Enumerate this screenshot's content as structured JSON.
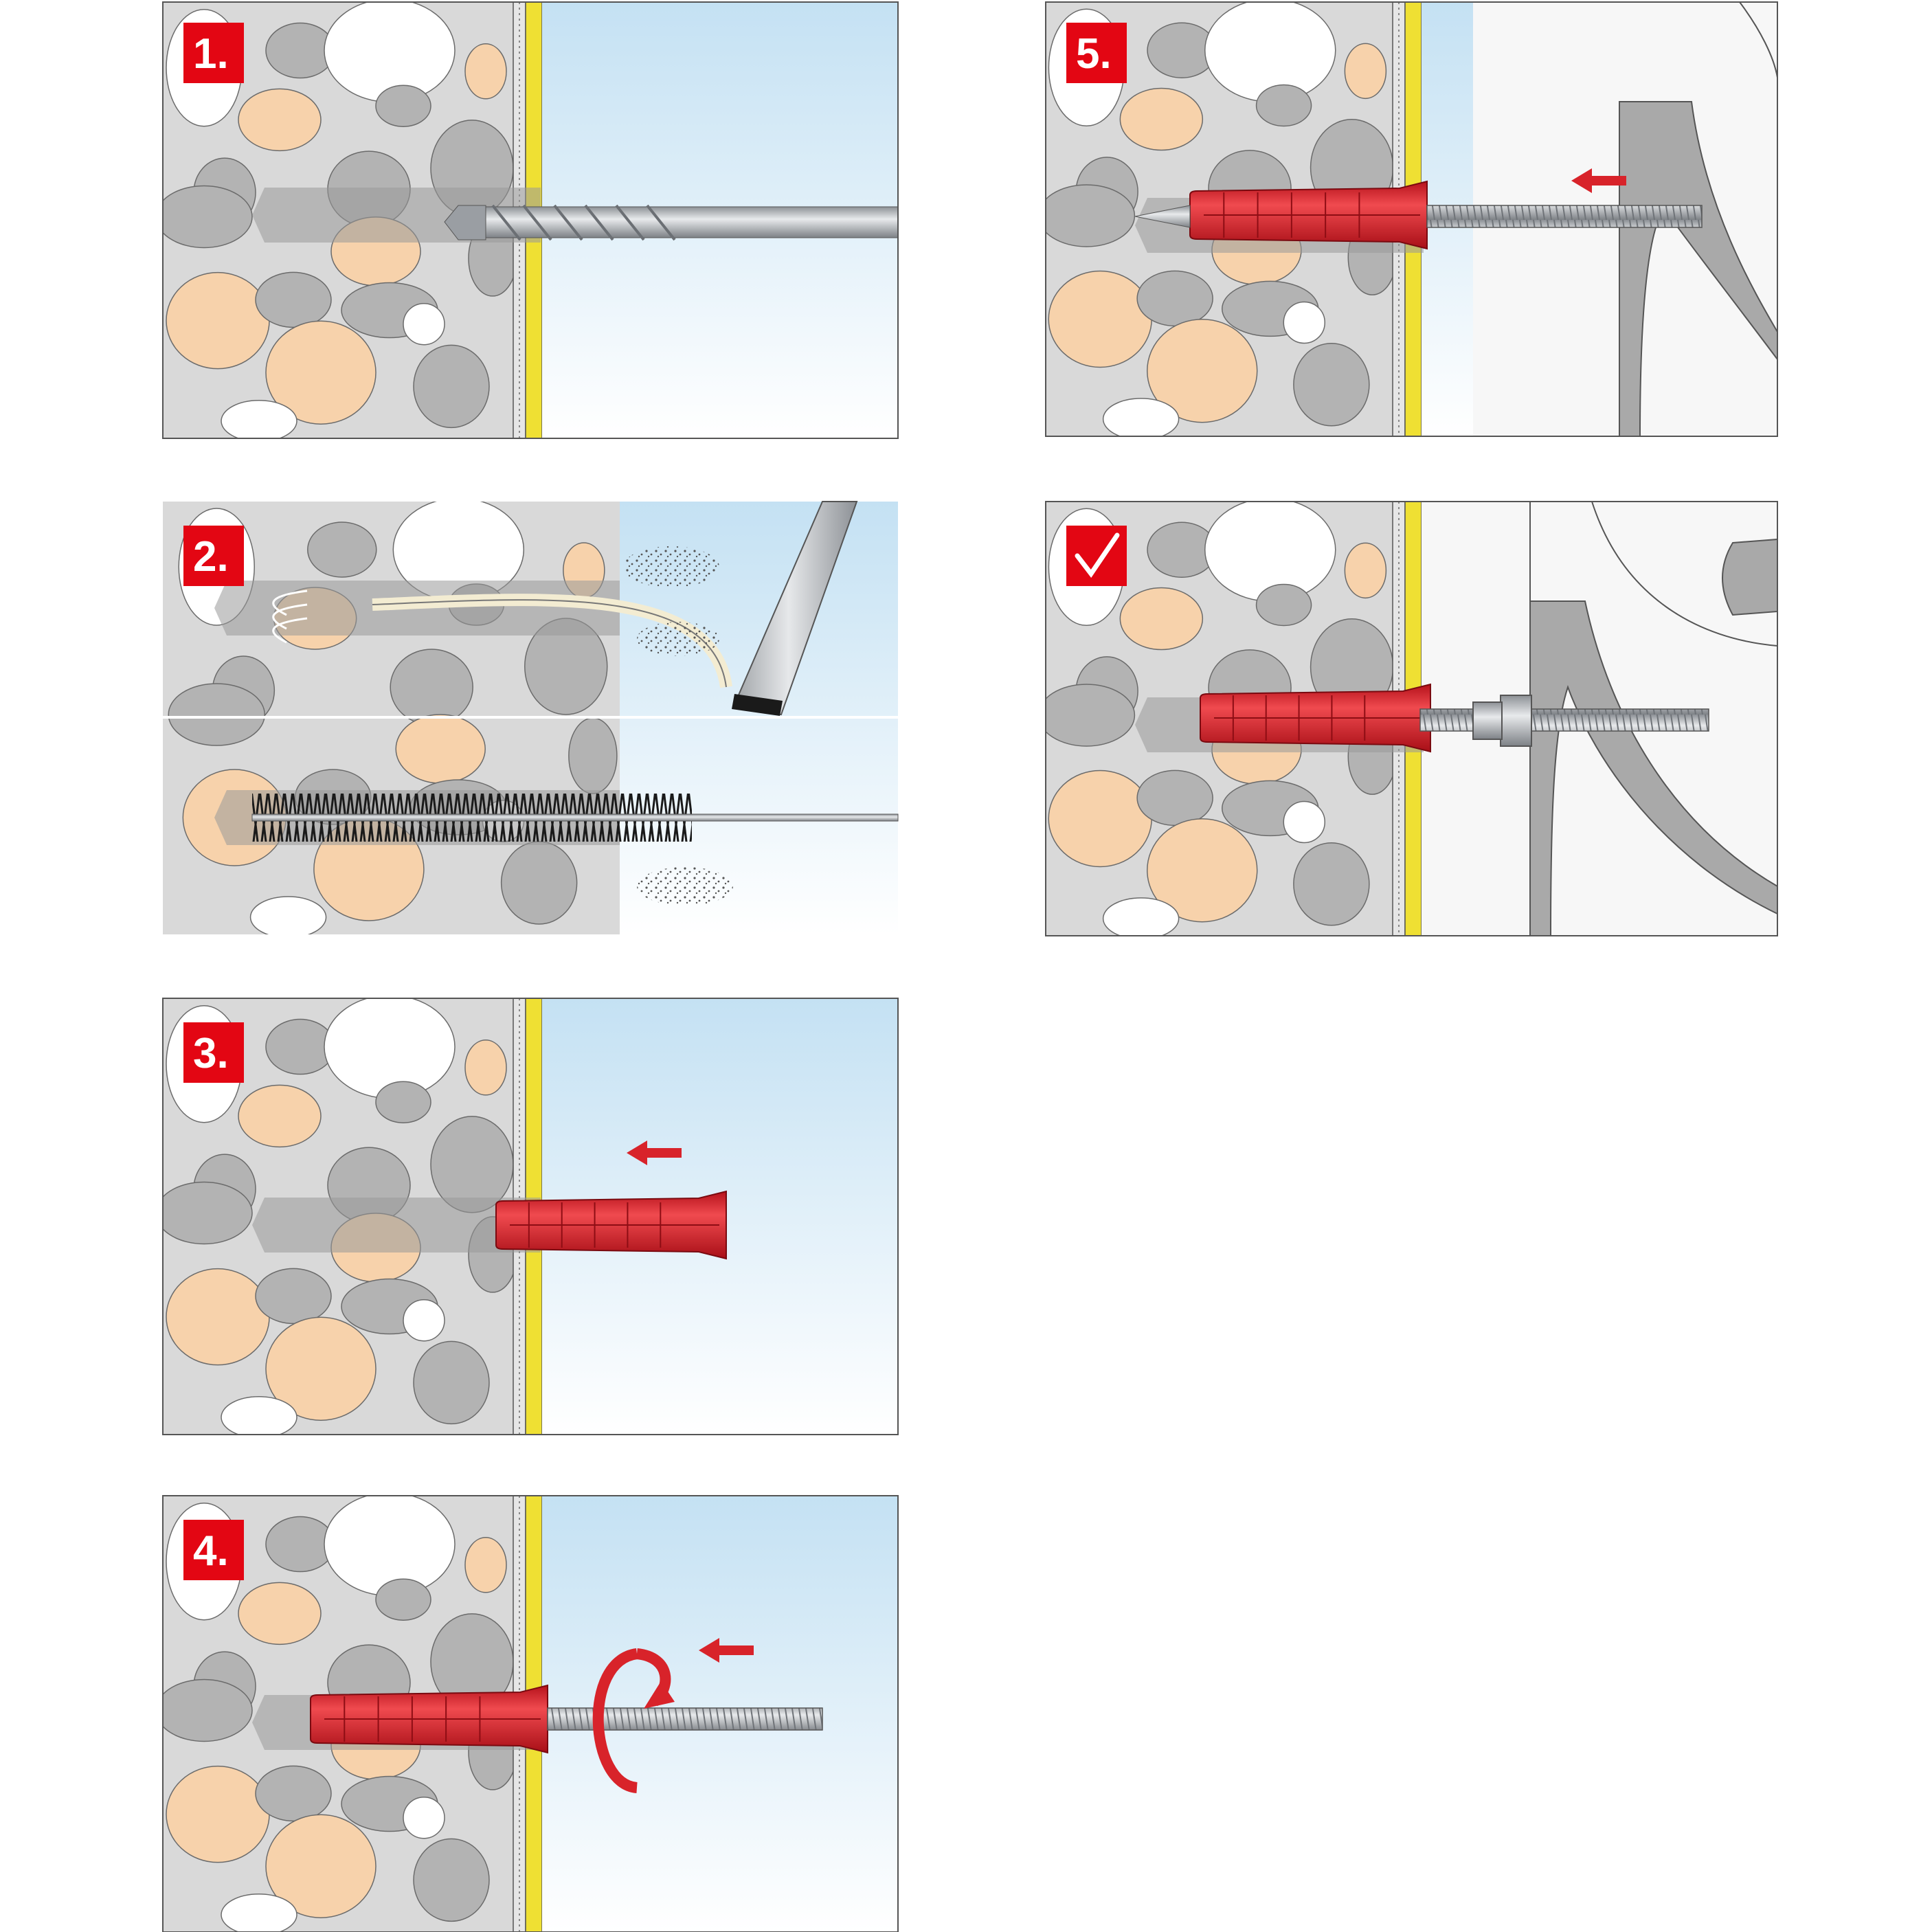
{
  "colors": {
    "wall": "#d9d9d9",
    "stone_grey": "#b3b3b3",
    "stone_beige": "#f7d2ab",
    "stone_white": "#ffffff",
    "plaster_yellow": "#efe033",
    "sky_top": "#c8e3f4",
    "sky_bottom": "#ffffff",
    "badge_red": "#e30613",
    "anchor_red": "#d8232a",
    "metal": "#b8bcc0",
    "outline": "#555555"
  },
  "steps": [
    {
      "id": "step-1",
      "label": "1.",
      "icon": "drill-icon"
    },
    {
      "id": "step-2",
      "label": "2.",
      "icon": "blow-out-and-brush-icon"
    },
    {
      "id": "step-3",
      "label": "3.",
      "icon": "insert-anchor-icon"
    },
    {
      "id": "step-4",
      "label": "4.",
      "icon": "screw-in-icon"
    },
    {
      "id": "step-5",
      "label": "5.",
      "icon": "attach-fixture-icon"
    },
    {
      "id": "step-done",
      "label": "",
      "icon": "checkmark-icon"
    }
  ]
}
